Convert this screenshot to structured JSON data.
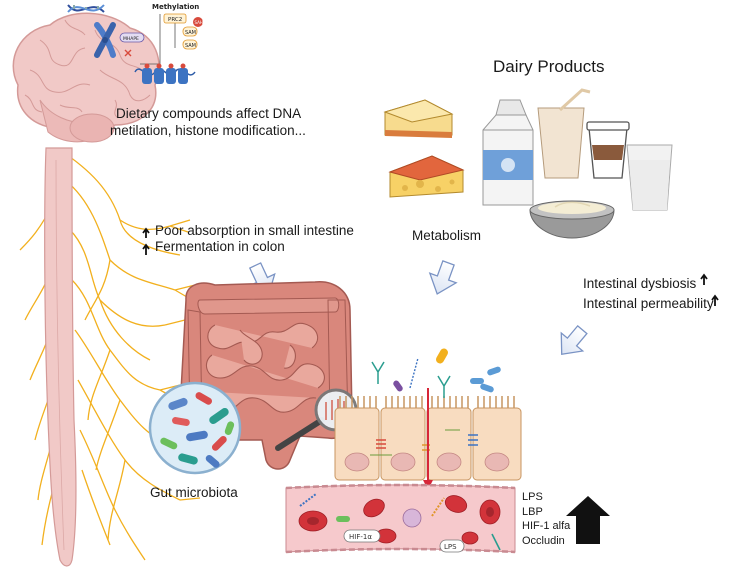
{
  "epigenetics": {
    "header": "Methylation",
    "labels": [
      "PRC2",
      "SAM",
      "SAM",
      "SAH",
      "MHAPE"
    ],
    "caption_line1": "Dietary compounds affect DNA",
    "caption_line2": "metilation, histone modification..."
  },
  "dairy": {
    "title": "Dairy Products",
    "metabolism": "Metabolism"
  },
  "absorption": {
    "line1": "Poor absorption in small intestine",
    "line2": "Fermentation in colon"
  },
  "dysbiosis": {
    "line1": "Intestinal dysbiosis",
    "line2": "Intestinal permeability"
  },
  "microbiota": {
    "label": "Gut microbiota"
  },
  "vessel": {
    "tag1": "HIF-1α",
    "tag2": "LPS"
  },
  "markers": [
    "LPS",
    "LBP",
    "HIF-1 alfa",
    "Occludin"
  ],
  "colors": {
    "nerve": "#f2b01e",
    "brain": "#f1c9c7",
    "intestine": "#d9877c",
    "epithelium": "#f8dcc0",
    "vessel": "#f6c9cc",
    "arrow_outline": "#7a93c4"
  }
}
